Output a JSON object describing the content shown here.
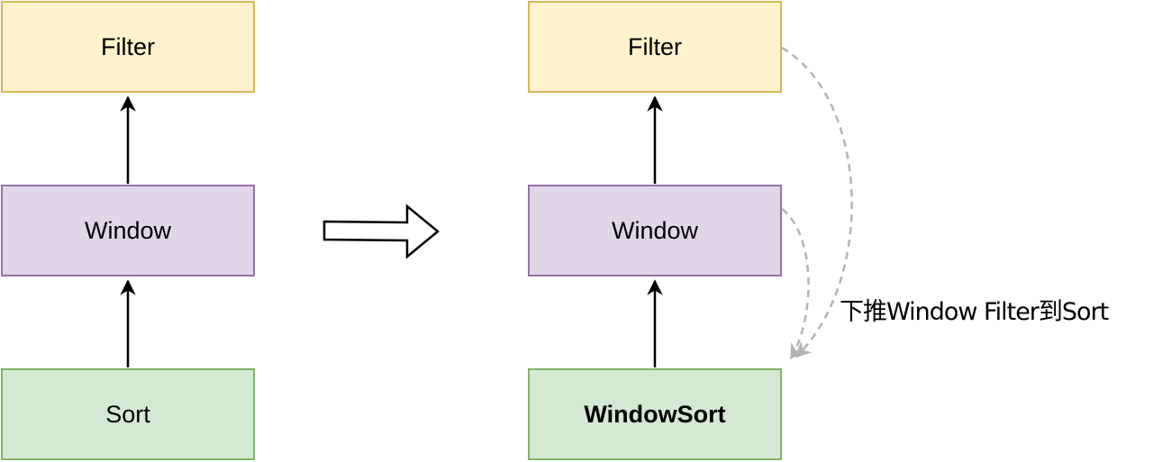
{
  "before": {
    "filter": "Filter",
    "window": "Window",
    "sort": "Sort"
  },
  "after": {
    "filter": "Filter",
    "window": "Window",
    "sort": "WindowSort"
  },
  "annotation": "下推Window Filter到Sort",
  "colors": {
    "filter_fill": "#fff2cc",
    "filter_border": "#d6b656",
    "window_fill": "#e1d5e7",
    "window_border": "#9673a6",
    "sort_fill": "#d5e8d4",
    "sort_border": "#82b366",
    "edge": "#000000",
    "dashed_edge": "#b3b3b3"
  }
}
